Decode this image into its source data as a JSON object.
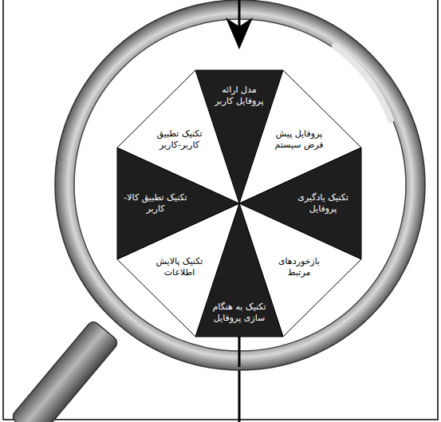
{
  "diagram": {
    "nodes": [
      {
        "text": [
          "مدل ارائه پروفایل کاربر"
        ]
      },
      {
        "text": [
          "پروفایل پیش فرض سیستم"
        ]
      },
      {
        "text": [
          "تکنیک یادگیری پروفایل"
        ]
      },
      {
        "text": [
          "بازخوردهای مرتبط"
        ]
      },
      {
        "text": [
          "تکنیک به هنگام سازی پروفایل"
        ]
      },
      {
        "text": [
          "تکنیک پالایش اطلاعات"
        ]
      },
      {
        "text": [
          "تکنیک تطبیق کالا- کاربر"
        ]
      },
      {
        "text": [
          "تکنیک تطبیق کاربر-کاربر"
        ]
      }
    ]
  }
}
